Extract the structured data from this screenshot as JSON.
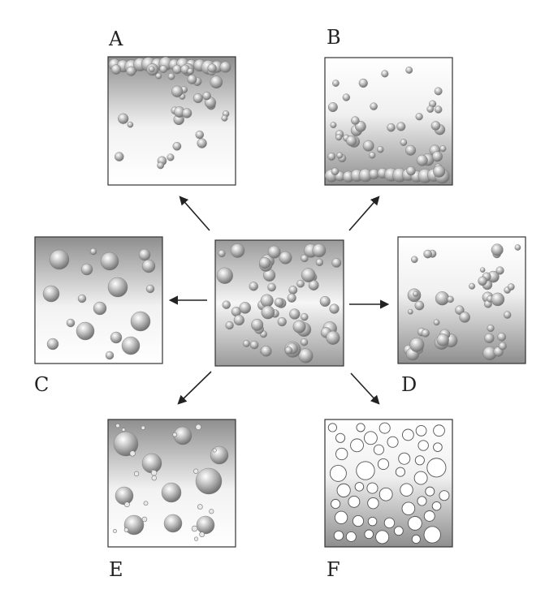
{
  "labels": {
    "a": "A",
    "b": "B",
    "c": "C",
    "d": "D",
    "e": "E",
    "f": "F"
  },
  "panels": [
    {
      "id": "center",
      "description_role": "initial-dispersion"
    },
    {
      "id": "a",
      "state": "creaming"
    },
    {
      "id": "b",
      "state": "sedimentation"
    },
    {
      "id": "c",
      "state": "coalescence-larger-droplets"
    },
    {
      "id": "d",
      "state": "flocculation"
    },
    {
      "id": "e",
      "state": "ostwald-ripening"
    },
    {
      "id": "f",
      "state": "phase-inversion"
    }
  ],
  "colors": {
    "panel_dark": "#8a8a8a",
    "panel_light": "#f4f4f4",
    "frame": "#333333",
    "arrow": "#222222"
  }
}
